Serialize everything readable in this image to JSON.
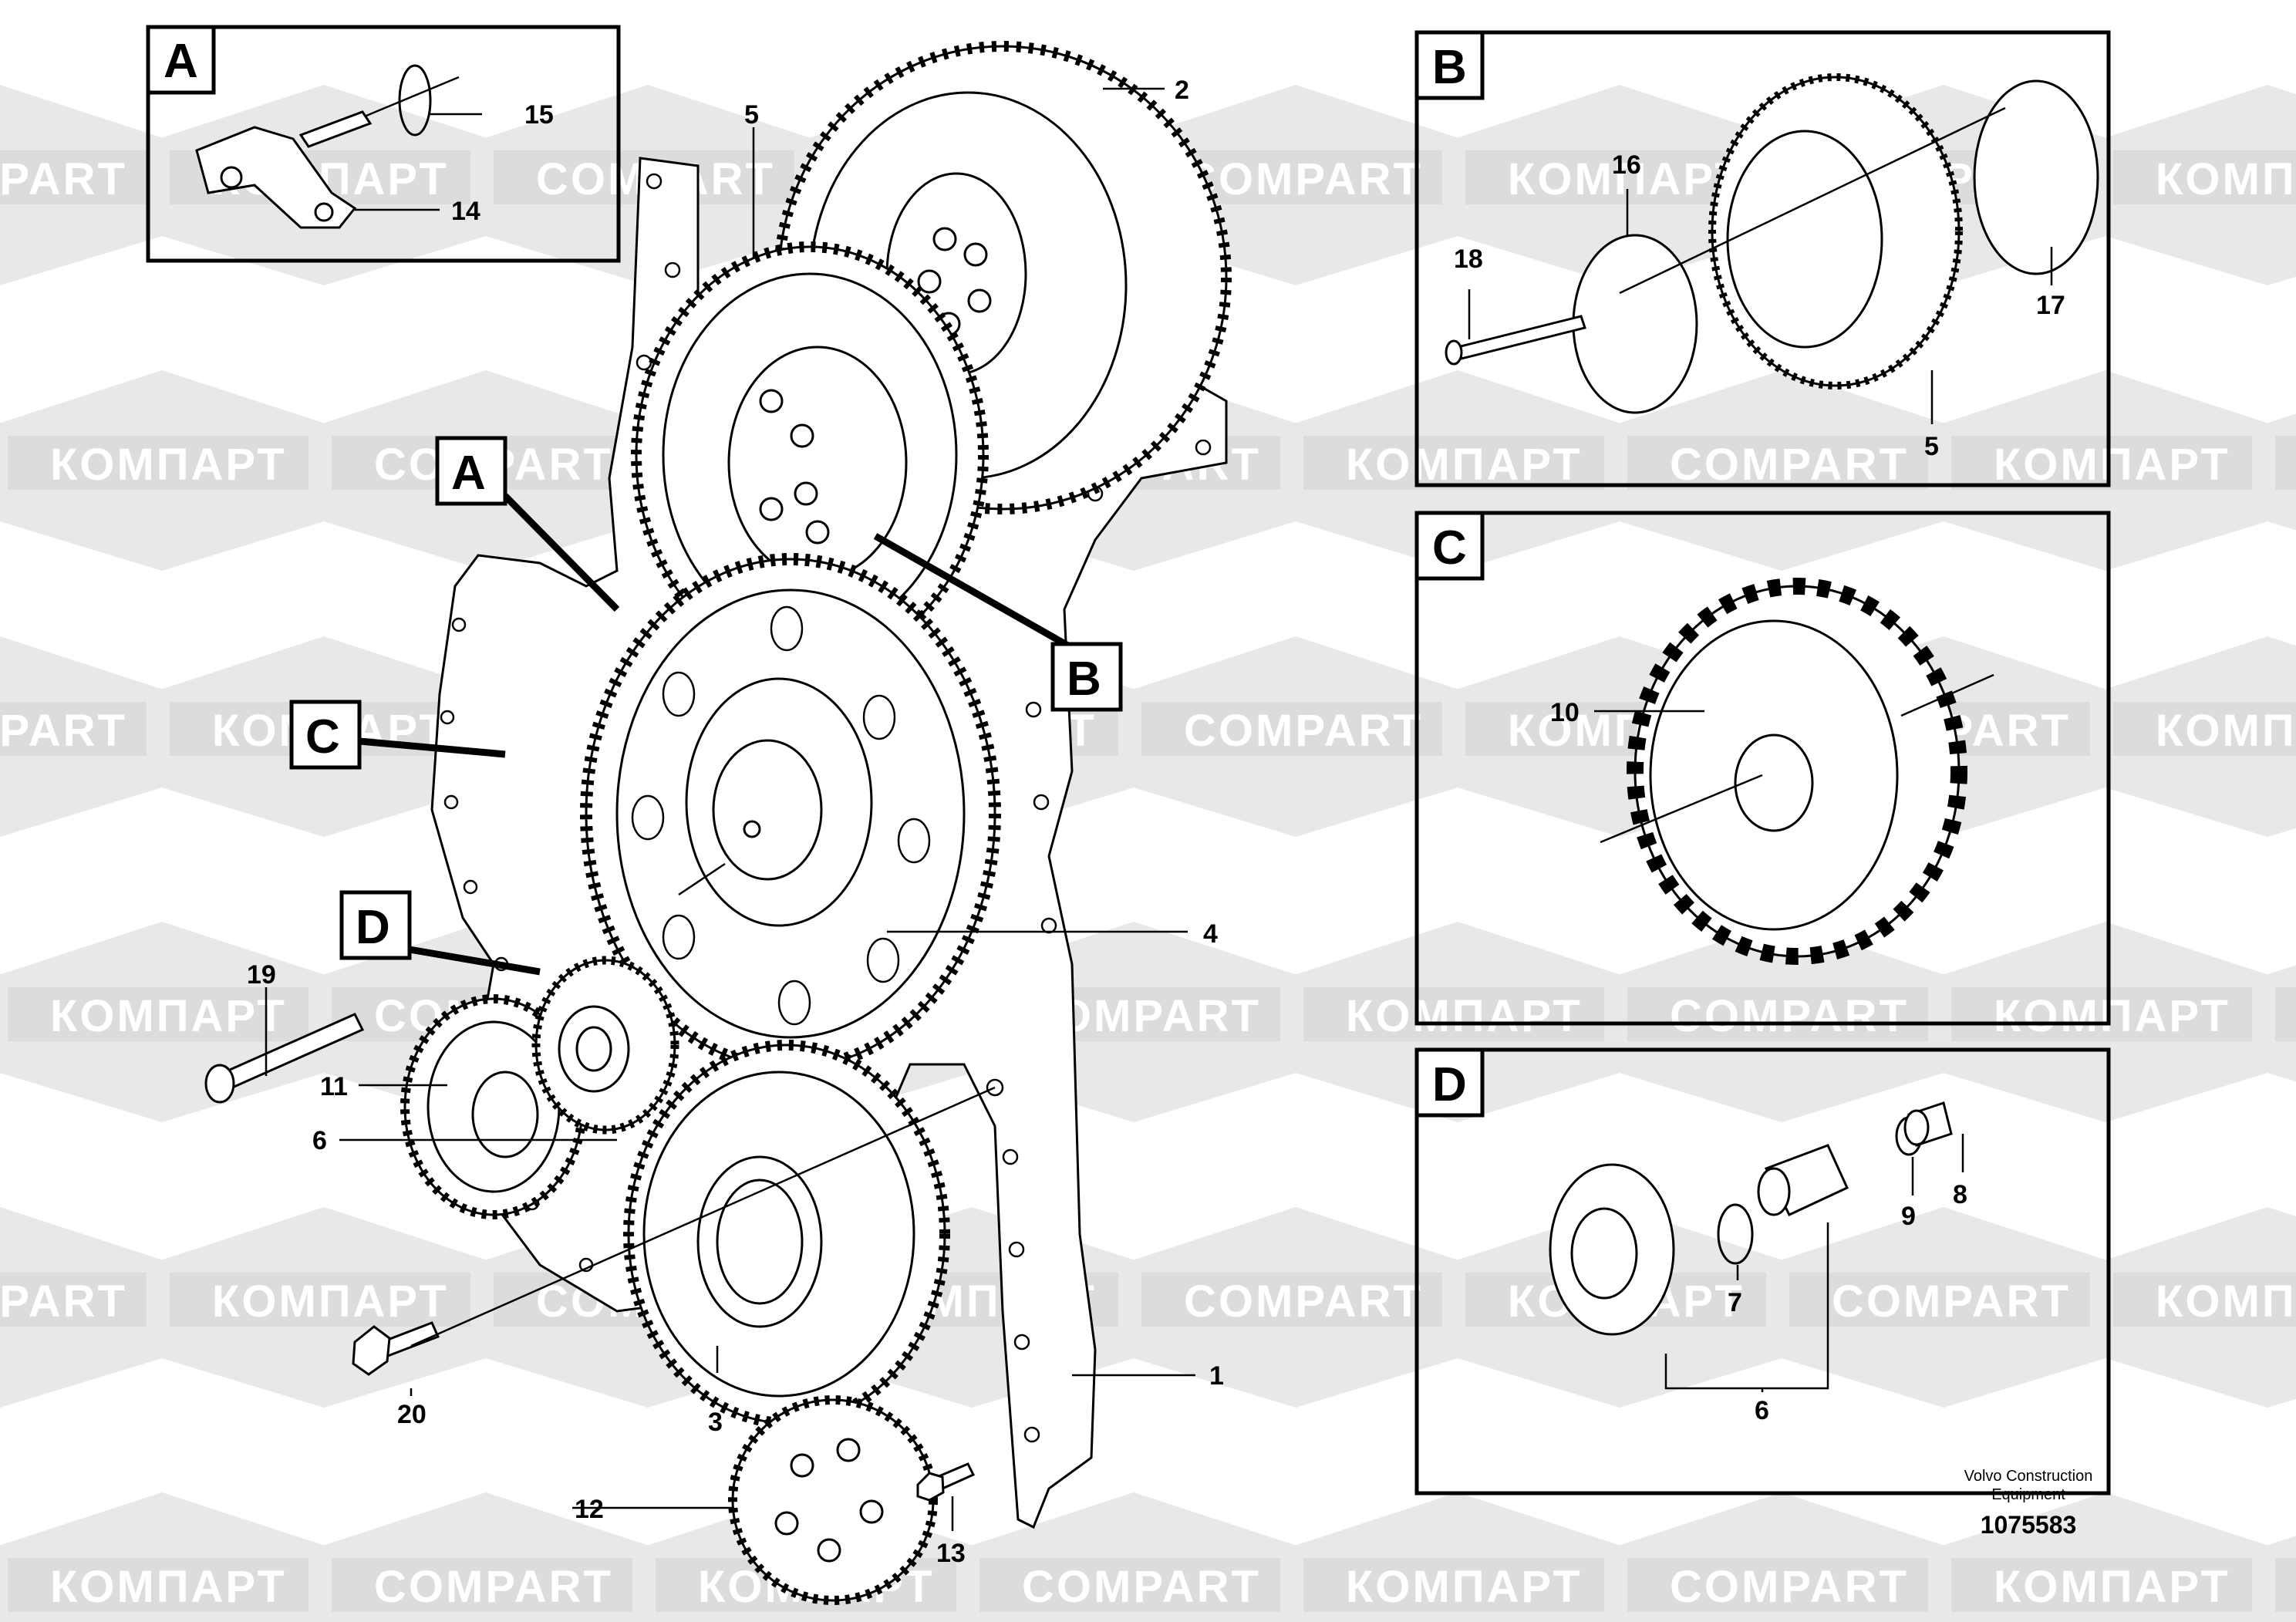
{
  "watermark": {
    "text_latin": "COMPART",
    "text_cyrillic": "КОМПАРТ"
  },
  "main_view": {
    "callouts": [
      "1",
      "2",
      "3",
      "4",
      "5",
      "6",
      "11",
      "12",
      "13",
      "19",
      "20"
    ],
    "detail_refs": [
      "A",
      "B",
      "C",
      "D"
    ]
  },
  "insets": [
    {
      "label": "A",
      "callouts": [
        "15",
        "14"
      ]
    },
    {
      "label": "B",
      "callouts": [
        "16",
        "18",
        "17",
        "5"
      ]
    },
    {
      "label": "C",
      "callouts": [
        "10"
      ]
    },
    {
      "label": "D",
      "callouts": [
        "9",
        "8",
        "7",
        "6"
      ]
    }
  ],
  "footer": {
    "line1": "Volvo Construction",
    "line2": "Equipment",
    "doc_number": "1075583"
  }
}
